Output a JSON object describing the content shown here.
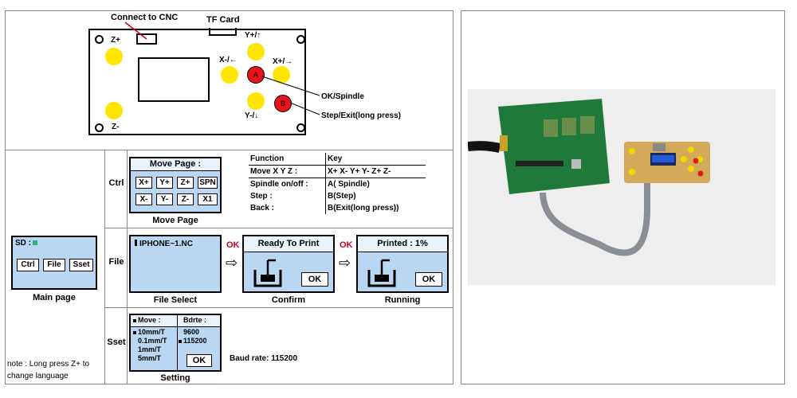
{
  "board": {
    "connect_label": "Connect to CNC",
    "tf_label": "TF Card",
    "z_plus": "Z+",
    "z_minus": "Z-",
    "y_plus": "Y+/↑",
    "y_minus": "Y-/↓",
    "x_minus": "X-/←",
    "x_plus": "X+/→",
    "btn_a": "A",
    "btn_b": "B",
    "ok_spindle": "OK/Spindle",
    "step_exit": "Step/Exit(long press)"
  },
  "main_page": {
    "sd_label": "SD :",
    "buttons": [
      "Ctrl",
      "File",
      "Sset"
    ],
    "caption": "Main page",
    "note": "note : Long press Z+ to change language"
  },
  "ctrl": {
    "row_label": "Ctrl",
    "screen_title": "Move Page :",
    "keys_row1": [
      "X+",
      "Y+",
      "Z+",
      "SPN"
    ],
    "keys_row2": [
      "X-",
      "Y-",
      "Z-",
      "X1"
    ],
    "caption": "Move Page",
    "table_header": [
      "Function",
      "Key"
    ],
    "table_rows": [
      [
        "Move X Y Z :",
        "X+  X-  Y+  Y-  Z+  Z-"
      ],
      [
        "Spindle on/off :",
        "A( Spindle)"
      ],
      [
        "Step :",
        "B(Step)"
      ],
      [
        "Back :",
        "B(Exit(long press))"
      ]
    ]
  },
  "file": {
    "row_label": "File",
    "file_name": "IPHONE~1.NC",
    "ok1": "OK",
    "ok2": "OK",
    "confirm_title": "Ready To Print",
    "running_title": "Printed : 1%",
    "ok_button": "OK",
    "caption_select": "File Select",
    "caption_confirm": "Confirm",
    "caption_running": "Running"
  },
  "sset": {
    "row_label": "Sset",
    "move_header": "Move :",
    "bdrte_header": "Bdrte :",
    "move_values": [
      "10mm/T",
      "0.1mm/T",
      "1mm/T",
      "5mm/T"
    ],
    "baud_values": [
      "9600",
      "115200"
    ],
    "ok_button": "OK",
    "caption": "Setting",
    "baud_note": "Baud rate: 115200"
  },
  "colors": {
    "lcd": "#b9d7f3",
    "yellow_button": "#ffe500",
    "red_button": "#e8141c",
    "ok_red": "#d0021b"
  }
}
